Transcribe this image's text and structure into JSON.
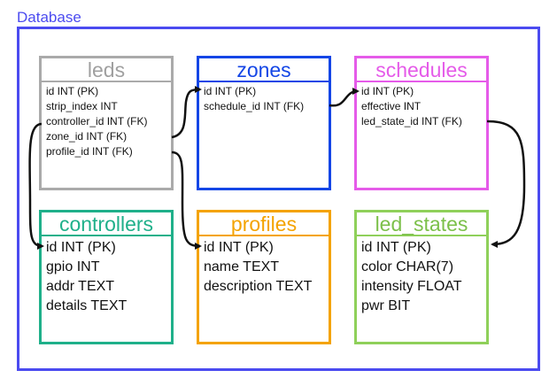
{
  "database": {
    "label": "Database"
  },
  "tables": {
    "leds": {
      "name": "leds",
      "color": "#aaaaaa",
      "title_color": "#a0a0a0",
      "columns": [
        "id INT (PK)",
        "strip_index INT",
        "controller_id INT (FK)",
        "zone_id  INT (FK)",
        "profile_id  INT (FK)"
      ]
    },
    "zones": {
      "name": "zones",
      "color": "#1446e6",
      "title_color": "#1446e6",
      "columns": [
        "id INT (PK)",
        "schedule_id INT (FK)"
      ]
    },
    "schedules": {
      "name": "schedules",
      "color": "#e55be9",
      "title_color": "#e55be9",
      "columns": [
        "id INT (PK)",
        "effective  INT",
        "led_state_id INT (FK)"
      ]
    },
    "controllers": {
      "name": "controllers",
      "color": "#1fb08a",
      "title_color": "#1fb08a",
      "columns": [
        "id INT (PK)",
        "gpio  INT",
        "addr  TEXT",
        "details  TEXT"
      ]
    },
    "profiles": {
      "name": "profiles",
      "color": "#f4a300",
      "title_color": "#f4a300",
      "columns": [
        "id INT (PK)",
        "name TEXT",
        "description TEXT"
      ]
    },
    "led_states": {
      "name": "led_states",
      "color": "#8fd05a",
      "title_color": "#7cc04a",
      "columns": [
        "id INT (PK)",
        "color CHAR(7)",
        "intensity FLOAT",
        "pwr BIT"
      ]
    }
  },
  "relations": [
    {
      "from": "leds.controller_id",
      "to": "controllers.id"
    },
    {
      "from": "leds.zone_id",
      "to": "zones.id"
    },
    {
      "from": "leds.profile_id",
      "to": "profiles.id"
    },
    {
      "from": "zones.schedule_id",
      "to": "schedules.id"
    },
    {
      "from": "schedules.led_state_id",
      "to": "led_states.id"
    }
  ]
}
